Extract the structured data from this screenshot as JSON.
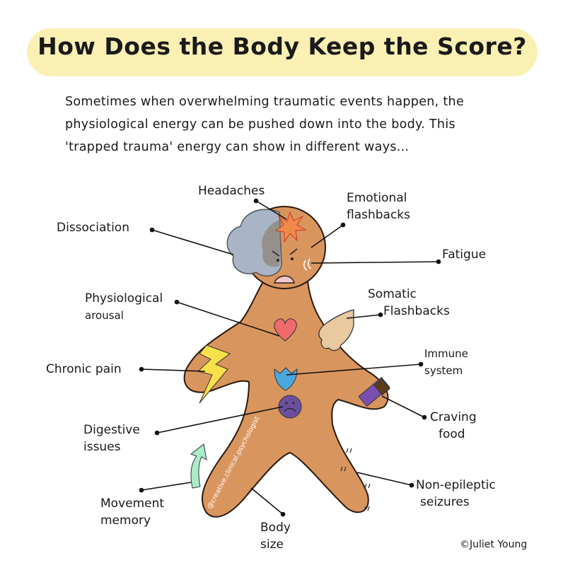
{
  "title": "How Does the Body Keep the Score?",
  "intro": [
    "Sometimes when overwhelming traumatic events happen, the",
    "physiological energy can be pushed down into the body. This",
    "'trapped trauma' energy can show in different ways..."
  ],
  "labels": {
    "headaches": "Headaches",
    "emotional_flashbacks": [
      "Emotional",
      "flashbacks"
    ],
    "dissociation": "Dissociation",
    "fatigue": "Fatigue",
    "physiological_arousal": [
      "Physiological",
      "arousal"
    ],
    "somatic_flashbacks": [
      "Somatic",
      "Flashbacks"
    ],
    "immune_system": [
      "Immune",
      "system"
    ],
    "chronic_pain": "Chronic pain",
    "craving_food": [
      "Craving",
      "food"
    ],
    "digestive_issues": [
      "Digestive",
      "issues"
    ],
    "non_epileptic_seizures": [
      "Non-epileptic",
      "seizures"
    ],
    "movement_memory": [
      "Movement",
      "memory"
    ],
    "body_size": [
      "Body",
      "size"
    ]
  },
  "watermark": "@creative.clinical.psychologist",
  "credit": "©Juliet Young",
  "colors": {
    "title_highlight": "#fbf0b3",
    "body": "#d9955e",
    "cloud": "#a9b4c6",
    "heart": "#ef6b6b",
    "shield": "#4aa8e0",
    "stomach": "#6b4f9e",
    "lightning": "#f7e04a",
    "arrow": "#a8ecc8",
    "headache_star": "#f08a4b"
  }
}
